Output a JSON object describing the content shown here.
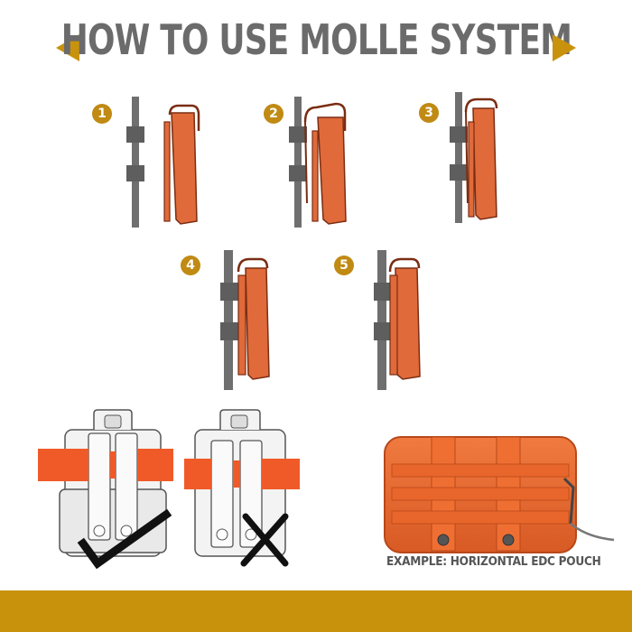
{
  "header": {
    "title": "HOW TO USE MOLLE SYSTEM"
  },
  "steps": [
    {
      "number": "1"
    },
    {
      "number": "2"
    },
    {
      "number": "3"
    },
    {
      "number": "4"
    },
    {
      "number": "5"
    }
  ],
  "comparison": {
    "correct_icon": "checkmark-icon",
    "wrong_icon": "cross-icon"
  },
  "example": {
    "caption": "EXAMPLE: HORIZONTAL EDC POUCH"
  },
  "colors": {
    "accent_gold": "#c9920c",
    "title_gray": "#6b6b6b",
    "pouch_orange": "#e06a3a",
    "strap_orange": "#f05a28",
    "rail_gray": "#6f6f6f"
  }
}
